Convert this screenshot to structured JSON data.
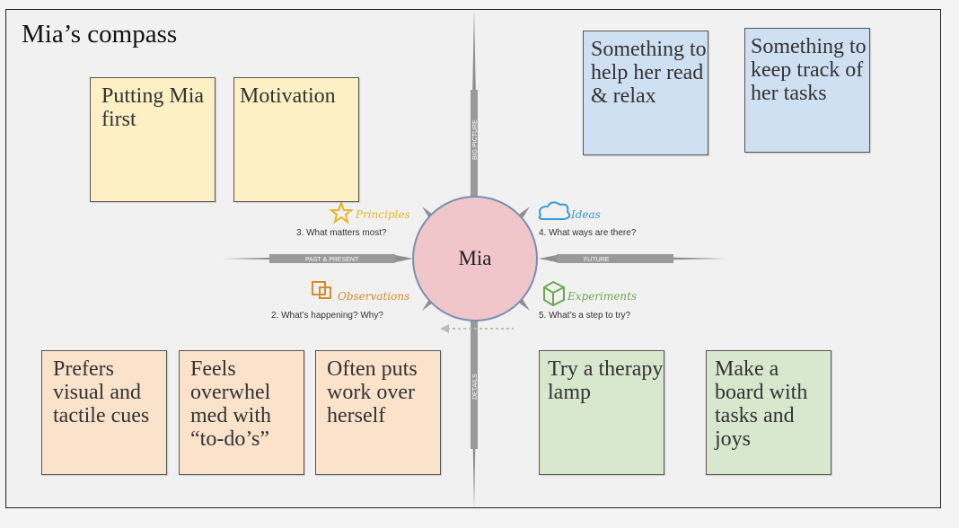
{
  "title": "Mia’s compass",
  "center": "Mia",
  "axes": {
    "up": "BIG PICTURE",
    "down": "DETAILS",
    "left": "PAST & PRESENT",
    "right": "FUTURE"
  },
  "quadrants": {
    "principles": {
      "label": "Principles",
      "question": "3. What matters most?"
    },
    "ideas": {
      "label": "Ideas",
      "question": "4. What ways are there?"
    },
    "observations": {
      "label": "Observations",
      "question": "2. What’s happening? Why?"
    },
    "experiments": {
      "label": "Experiments",
      "question": "5. What’s a step to try?"
    }
  },
  "notes": {
    "principles": [
      "Putting Mia first",
      "Motivation"
    ],
    "ideas": [
      "Something to help her read & relax",
      "Something to keep track of her tasks"
    ],
    "observations": [
      "Prefers visual and tactile cues",
      "Feels overwhel med with “to-do’s”",
      "Often puts work over herself"
    ],
    "experiments": [
      "Try a therapy lamp",
      "Make a board with tasks and joys"
    ]
  },
  "colors": {
    "principles": "#fdf0c4",
    "ideas": "#d0e0f3",
    "observations": "#fbe2cb",
    "experiments": "#d7e8cf",
    "center": "#f0c6cb",
    "icon_accent": "#e8b720",
    "ideas_icon": "#3a9ad9",
    "observations_icon": "#d98a2a",
    "experiments_icon": "#6aa84f"
  }
}
